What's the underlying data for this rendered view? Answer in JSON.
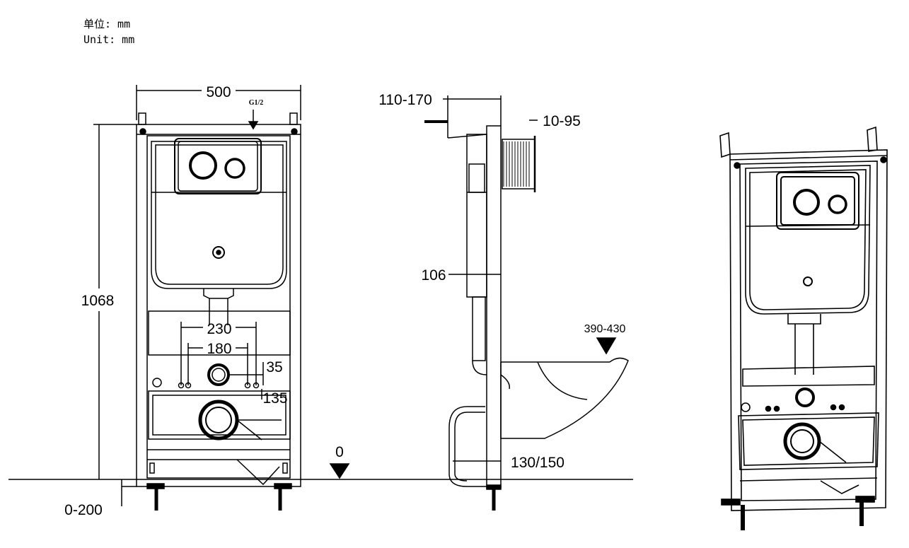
{
  "unit_label": {
    "cn": "单位: mm",
    "en": "Unit: mm"
  },
  "front_view": {
    "width": "500",
    "inlet": "G1/2",
    "height": "1068",
    "inner_spacing_a": "230",
    "inner_spacing_b": "180",
    "outlet_offset": "35",
    "outlet_height": "135",
    "floor_adjust": "0-200",
    "floor_zero": "0"
  },
  "side_view": {
    "inlet_depth": "110-170",
    "button_depth": "10-95",
    "frame_depth": "106",
    "bowl_length": "390-430",
    "drain_size": "130/150"
  }
}
